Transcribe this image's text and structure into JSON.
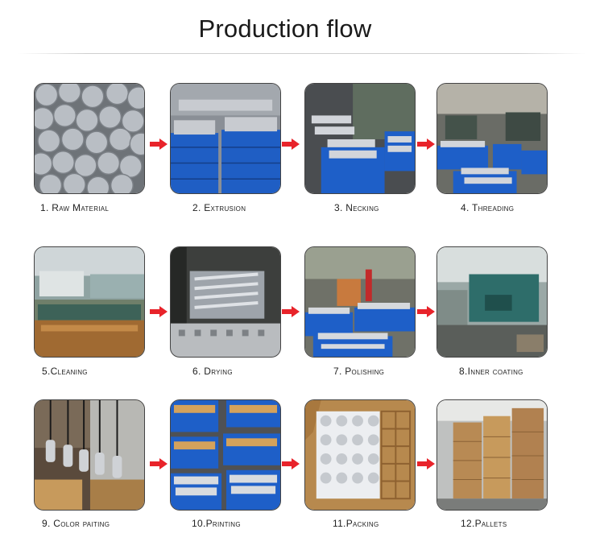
{
  "title": "Production flow",
  "steps": [
    {
      "label": "1. Raw Material"
    },
    {
      "label": "2. Extrusion"
    },
    {
      "label": "3. Necking"
    },
    {
      "label": "4. Threading"
    },
    {
      "label": "5.Cleaning"
    },
    {
      "label": "6. Drying"
    },
    {
      "label": "7. Polishing"
    },
    {
      "label": "8.Inner coating"
    },
    {
      "label": "9. Color paiting"
    },
    {
      "label": "10.Printing"
    },
    {
      "label": "11.Packing"
    },
    {
      "label": "12.Pallets"
    }
  ],
  "colors": {
    "arrow": "#e8232a",
    "crate_blue": "#1e5fc8",
    "aluminum": "#c9ccd1",
    "cardboard": "#c79a5c"
  },
  "icons": {
    "arrow": "right-arrow-icon"
  }
}
